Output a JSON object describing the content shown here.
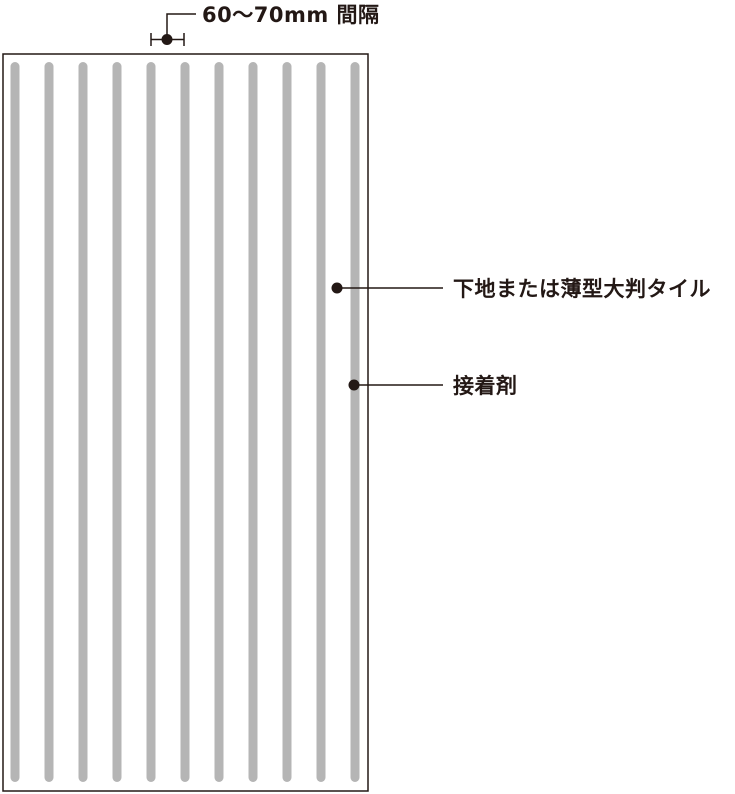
{
  "labels": {
    "spacing": "60〜70mm 間隔",
    "substrate": "下地または薄型大判タイル",
    "adhesive": "接着剤"
  },
  "bead_count": 11,
  "colors": {
    "bead": "#b5b5b5",
    "outline": "#231815",
    "leader": "#231815",
    "dot": "#231815",
    "text": "#231815"
  }
}
